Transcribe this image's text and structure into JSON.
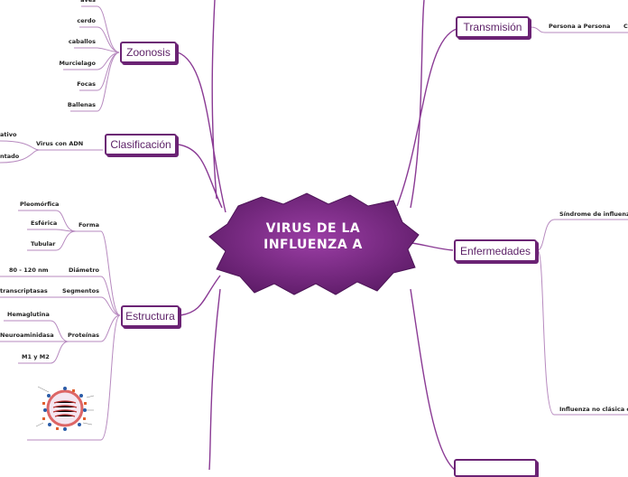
{
  "center": {
    "title_line1": "VIRUS DE LA",
    "title_line2": "INFLUENZA A"
  },
  "branches": {
    "zoonosis": {
      "label": "Zoonosis",
      "items": [
        "aves",
        "cerdo",
        "caballos",
        "Murcielago",
        "Focas",
        "Ballenas"
      ]
    },
    "clasificacion": {
      "label": "Clasificación",
      "sub": "Virus con ADN",
      "items": [
        "ativo",
        "ntado"
      ]
    },
    "estructura": {
      "label": "Estructura",
      "forma": {
        "label": "Forma",
        "items": [
          "Pleomórfica",
          "Esférica",
          "Tubular"
        ]
      },
      "diametro": {
        "label": "Diámetro",
        "value": "80 - 120 nm"
      },
      "segmentos": {
        "label": "Segmentos",
        "value": "transcriptasas"
      },
      "proteinas": {
        "label": "Proteínas",
        "items": [
          "Hemaglutina",
          "Neuroaminidasa",
          "M1 y M2"
        ]
      }
    },
    "transmision": {
      "label": "Transmisión",
      "sub": "Persona a Persona",
      "sub2": "C"
    },
    "enfermedades": {
      "label": "Enfermedades",
      "items": [
        "Síndrome de influenza clá",
        "Influenza no clásica o com"
      ]
    }
  },
  "colors": {
    "accent": "#6b2374",
    "center_fill": "#7a2a85",
    "wire": "#8a3a94"
  }
}
